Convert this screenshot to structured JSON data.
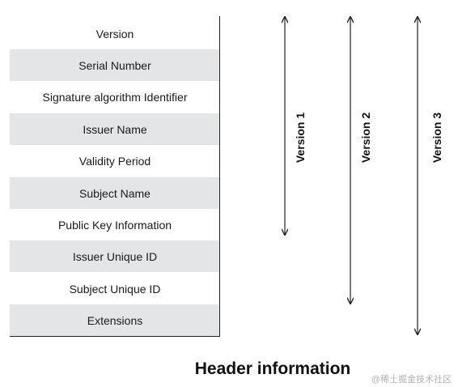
{
  "fields": [
    {
      "label": "Version"
    },
    {
      "label": "Serial Number"
    },
    {
      "label": "Signature algorithm Identifier"
    },
    {
      "label": "Issuer Name"
    },
    {
      "label": "Validity Period"
    },
    {
      "label": "Subject Name"
    },
    {
      "label": "Public Key Information"
    },
    {
      "label": "Issuer Unique ID"
    },
    {
      "label": "Subject Unique ID"
    },
    {
      "label": "Extensions"
    }
  ],
  "versions": [
    {
      "label": "Version 1",
      "covers_fields": 7
    },
    {
      "label": "Version 2",
      "covers_fields": 9
    },
    {
      "label": "Version 3",
      "covers_fields": 10
    }
  ],
  "caption": "Header information",
  "watermark": "@稀土掘金技术社区",
  "colors": {
    "alt_row": "#e4e5e7",
    "line": "#222222"
  }
}
